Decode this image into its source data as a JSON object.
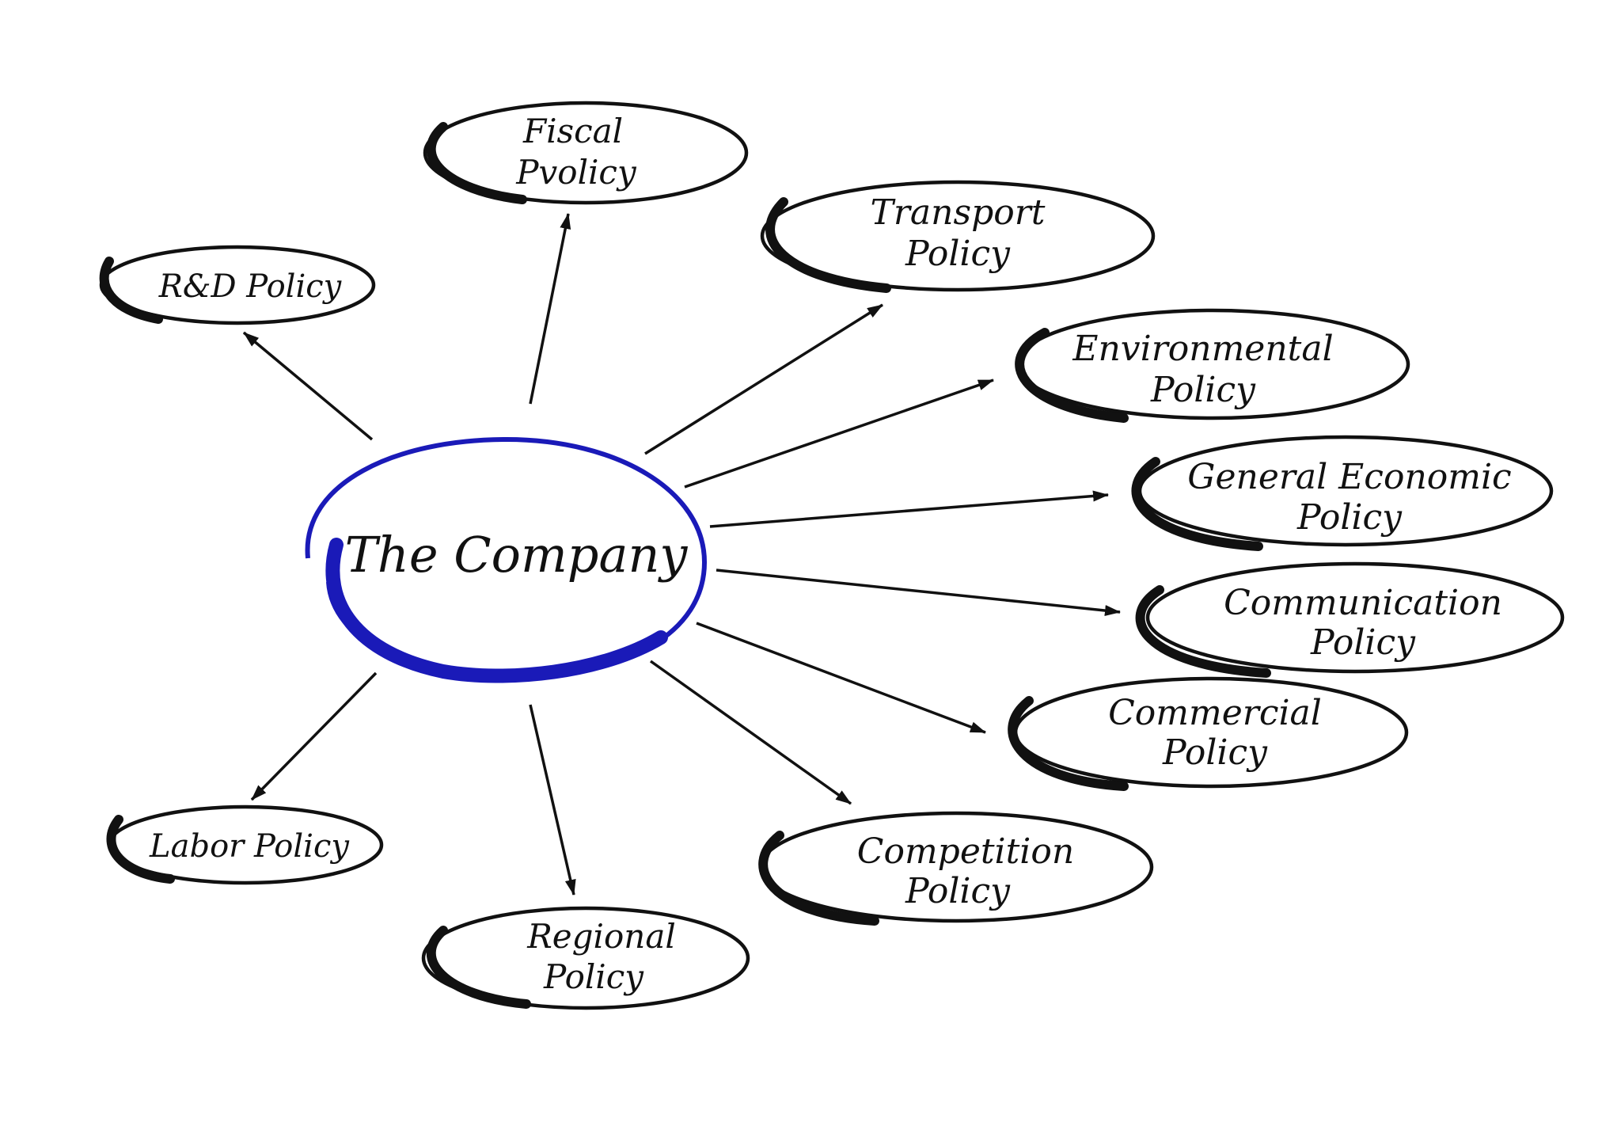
{
  "diagram": {
    "center": {
      "label": "The Company"
    },
    "nodes": [
      {
        "id": "rd",
        "lines": [
          "R&D Policy"
        ]
      },
      {
        "id": "fiscal",
        "lines": [
          "Fiscal",
          "Pvolicy"
        ]
      },
      {
        "id": "transport",
        "lines": [
          "Transport",
          "Policy"
        ]
      },
      {
        "id": "environmental",
        "lines": [
          "Environmental",
          "Policy"
        ]
      },
      {
        "id": "general-economic",
        "lines": [
          "General Economic",
          "Policy"
        ]
      },
      {
        "id": "communication",
        "lines": [
          "Communication",
          "Policy"
        ]
      },
      {
        "id": "commercial",
        "lines": [
          "Commercial",
          "Policy"
        ]
      },
      {
        "id": "competition",
        "lines": [
          "Competition",
          "Policy"
        ]
      },
      {
        "id": "regional",
        "lines": [
          "Regional",
          "Policy"
        ]
      },
      {
        "id": "labor",
        "lines": [
          "Labor Policy"
        ]
      }
    ],
    "colors": {
      "ink": "#111111",
      "accent": "#1a1ab8",
      "background": "#ffffff"
    }
  }
}
